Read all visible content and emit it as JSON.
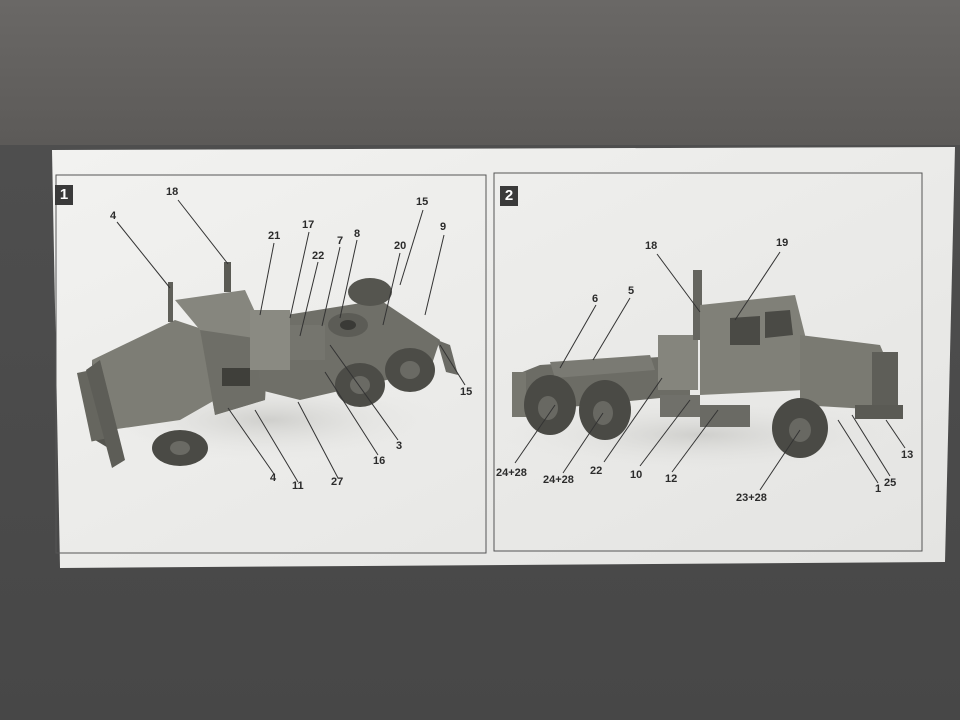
{
  "panels": [
    {
      "number": "1",
      "callouts": [
        {
          "id": "c18a",
          "text": "18"
        },
        {
          "id": "c4a",
          "text": "4"
        },
        {
          "id": "c21",
          "text": "21"
        },
        {
          "id": "c17",
          "text": "17"
        },
        {
          "id": "c22a",
          "text": "22"
        },
        {
          "id": "c7",
          "text": "7"
        },
        {
          "id": "c8",
          "text": "8"
        },
        {
          "id": "c15a",
          "text": "15"
        },
        {
          "id": "c20",
          "text": "20"
        },
        {
          "id": "c9",
          "text": "9"
        },
        {
          "id": "c15b",
          "text": "15"
        },
        {
          "id": "c3",
          "text": "3"
        },
        {
          "id": "c16",
          "text": "16"
        },
        {
          "id": "c27",
          "text": "27"
        },
        {
          "id": "c11",
          "text": "11"
        },
        {
          "id": "c4b",
          "text": "4"
        }
      ]
    },
    {
      "number": "2",
      "callouts": [
        {
          "id": "c18b",
          "text": "18"
        },
        {
          "id": "c19",
          "text": "19"
        },
        {
          "id": "c6",
          "text": "6"
        },
        {
          "id": "c5",
          "text": "5"
        },
        {
          "id": "c2428a",
          "text": "24+28"
        },
        {
          "id": "c2428b",
          "text": "24+28"
        },
        {
          "id": "c22b",
          "text": "22"
        },
        {
          "id": "c10",
          "text": "10"
        },
        {
          "id": "c12",
          "text": "12"
        },
        {
          "id": "c2328",
          "text": "23+28"
        },
        {
          "id": "c1",
          "text": "1"
        },
        {
          "id": "c25",
          "text": "25"
        },
        {
          "id": "c13",
          "text": "13"
        }
      ]
    }
  ],
  "colors": {
    "paper": "#eeeeec",
    "truck": "#7d7d75",
    "truck_dark": "#55554f",
    "ink": "#2b2b2b"
  }
}
